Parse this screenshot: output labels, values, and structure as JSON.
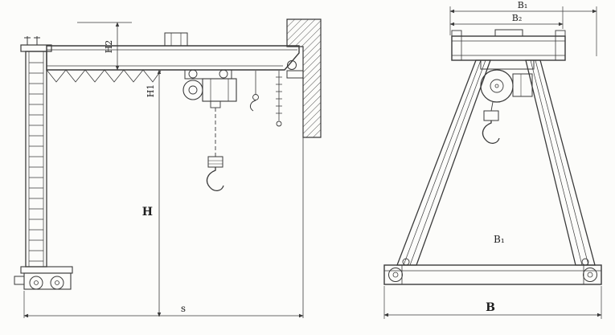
{
  "drawing": {
    "left_view": {
      "label_h2": "H2",
      "label_h1": "H1",
      "label_h": "H",
      "label_s": "s"
    },
    "right_view": {
      "label_b1_top": "B₁",
      "label_b2_top": "B₂",
      "label_b1_side": "B₁",
      "label_b": "B"
    },
    "colors": {
      "line": "#3a3a3a",
      "background": "#fcfcfa"
    }
  }
}
